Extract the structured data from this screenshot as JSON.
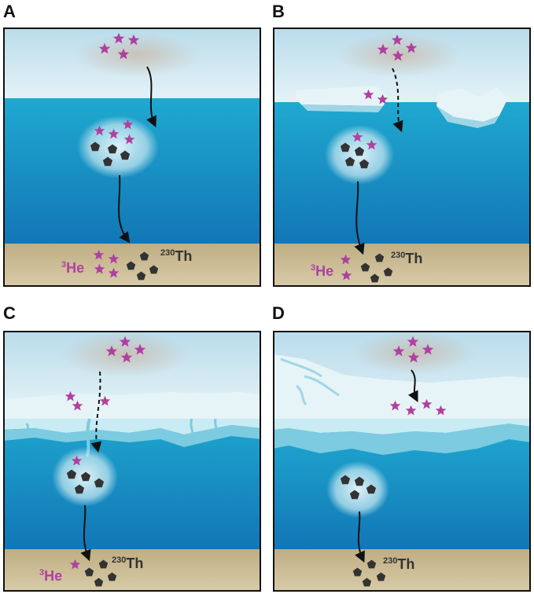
{
  "panels": [
    {
      "id": "A",
      "label": "A",
      "he_label": "He",
      "he_sup": "3",
      "th_label": "Th",
      "th_sup": "230"
    },
    {
      "id": "B",
      "label": "B",
      "he_label": "He",
      "he_sup": "3",
      "th_label": "Th",
      "th_sup": "230"
    },
    {
      "id": "C",
      "label": "C",
      "he_label": "He",
      "he_sup": "3",
      "th_label": "Th",
      "th_sup": "230"
    },
    {
      "id": "D",
      "label": "D",
      "th_label": "Th",
      "th_sup": "230"
    }
  ],
  "colors": {
    "sky": "#cfe8f2",
    "ocean_top": "#20a8cf",
    "ocean_bottom": "#1278b8",
    "sediment": "#c9b98f",
    "ice": "#e6f4f8",
    "ice_edge": "#9fd6e6",
    "star": "#b040a0",
    "pentagon": "#333333",
    "dust": "#c9a78c",
    "aggregate": "#bfe4ef"
  },
  "icons": [
    "star-icon",
    "pentagon-icon",
    "arrow-icon"
  ]
}
